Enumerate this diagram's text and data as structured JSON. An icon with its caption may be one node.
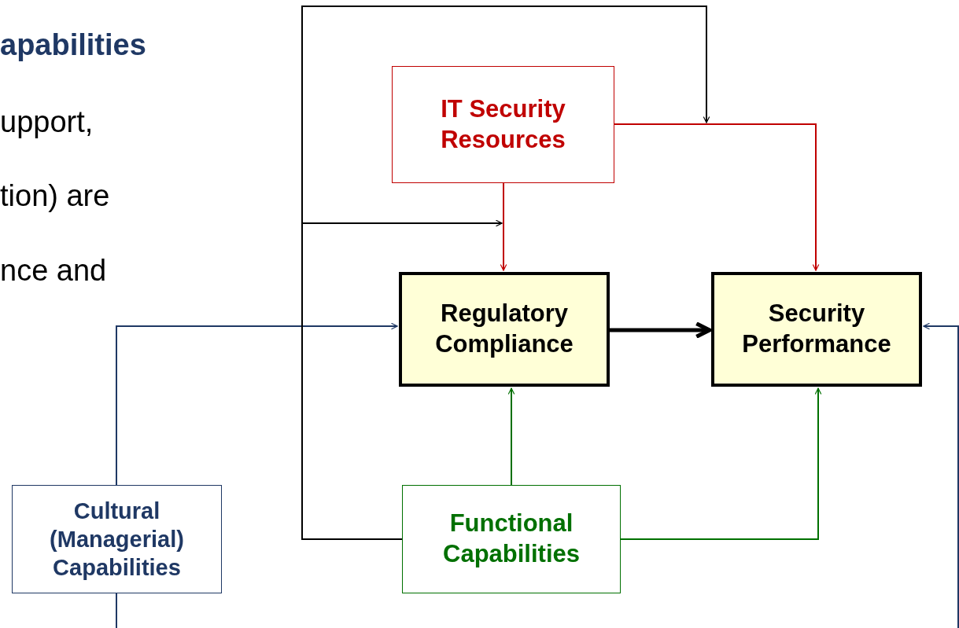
{
  "diagram": {
    "nodes": [
      {
        "text": [
          "IT Security Resources"
        ]
      },
      {
        "text": [
          "Regulatory Compliance"
        ]
      },
      {
        "text": [
          "Security Performance"
        ]
      },
      {
        "text": [
          "Cultural (Managerial) Capabilities"
        ]
      },
      {
        "text": [
          "Functional Capabilities"
        ]
      }
    ],
    "edges": [
      {
        "from": 0,
        "to": 1,
        "arrow": "to",
        "color": "#c00000"
      },
      {
        "from": 0,
        "to": 2,
        "arrow": "to",
        "color": "#c00000"
      },
      {
        "from": 1,
        "to": 2,
        "arrow": "to",
        "style": "thick",
        "color": "#000000"
      },
      {
        "from": 4,
        "to": 1,
        "arrow": "to",
        "color": "#007000"
      },
      {
        "from": 4,
        "to": 2,
        "arrow": "to",
        "color": "#007000"
      },
      {
        "from": 3,
        "to": 1,
        "arrow": "to",
        "color": "#1f3864"
      },
      {
        "from": 3,
        "to": 2,
        "arrow": "to",
        "color": "#1f3864"
      },
      {
        "from": 4,
        "to": null,
        "arrow": "to",
        "color": "#000000"
      },
      {
        "from": 4,
        "to": null,
        "arrow": "to",
        "color": "#000000"
      }
    ],
    "labels": [
      "apabilities",
      "upport,",
      "tion) are",
      "nce and"
    ]
  }
}
